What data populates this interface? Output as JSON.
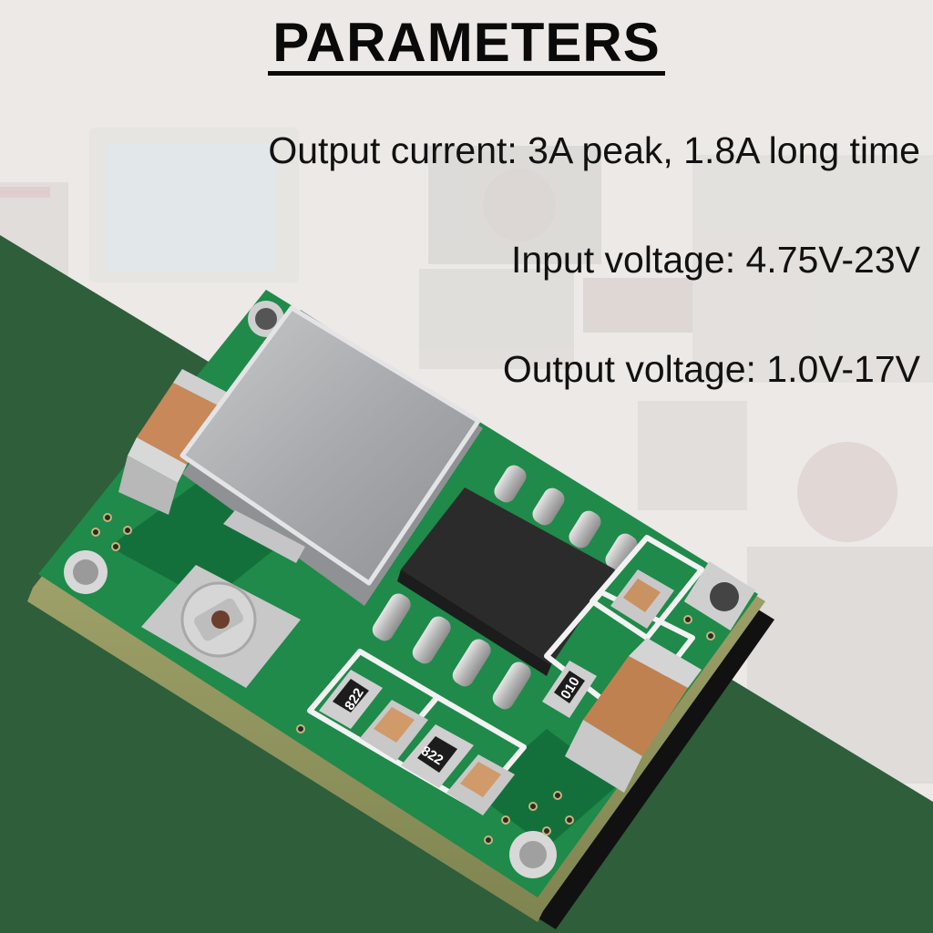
{
  "title": "PARAMETERS",
  "parameters": [
    {
      "label": "Output current",
      "value": "3A peak, 1.8A long time",
      "text": "Output current: 3A peak, 1.8A long time"
    },
    {
      "label": "Input voltage",
      "value": "4.75V-23V",
      "text": "Input voltage: 4.75V-23V"
    },
    {
      "label": "Output voltage",
      "value": "1.0V-17V",
      "text": "Output voltage: 1.0V-17V"
    }
  ],
  "product_image": {
    "subject": "mini DC-DC step-down buck converter module",
    "components": [
      "shielded-inductor",
      "8-pin-regulator-ic",
      "trim-potentiometer",
      "smd-capacitors",
      "smd-resistors",
      "mounting-holes",
      "solder-pads"
    ],
    "resistor_markings": [
      "822",
      "822",
      "010"
    ]
  },
  "colors": {
    "background": "#ece9e6",
    "accent_green": "#2e5e3a",
    "pcb_green": "#1f8a4a",
    "text": "#111111"
  }
}
